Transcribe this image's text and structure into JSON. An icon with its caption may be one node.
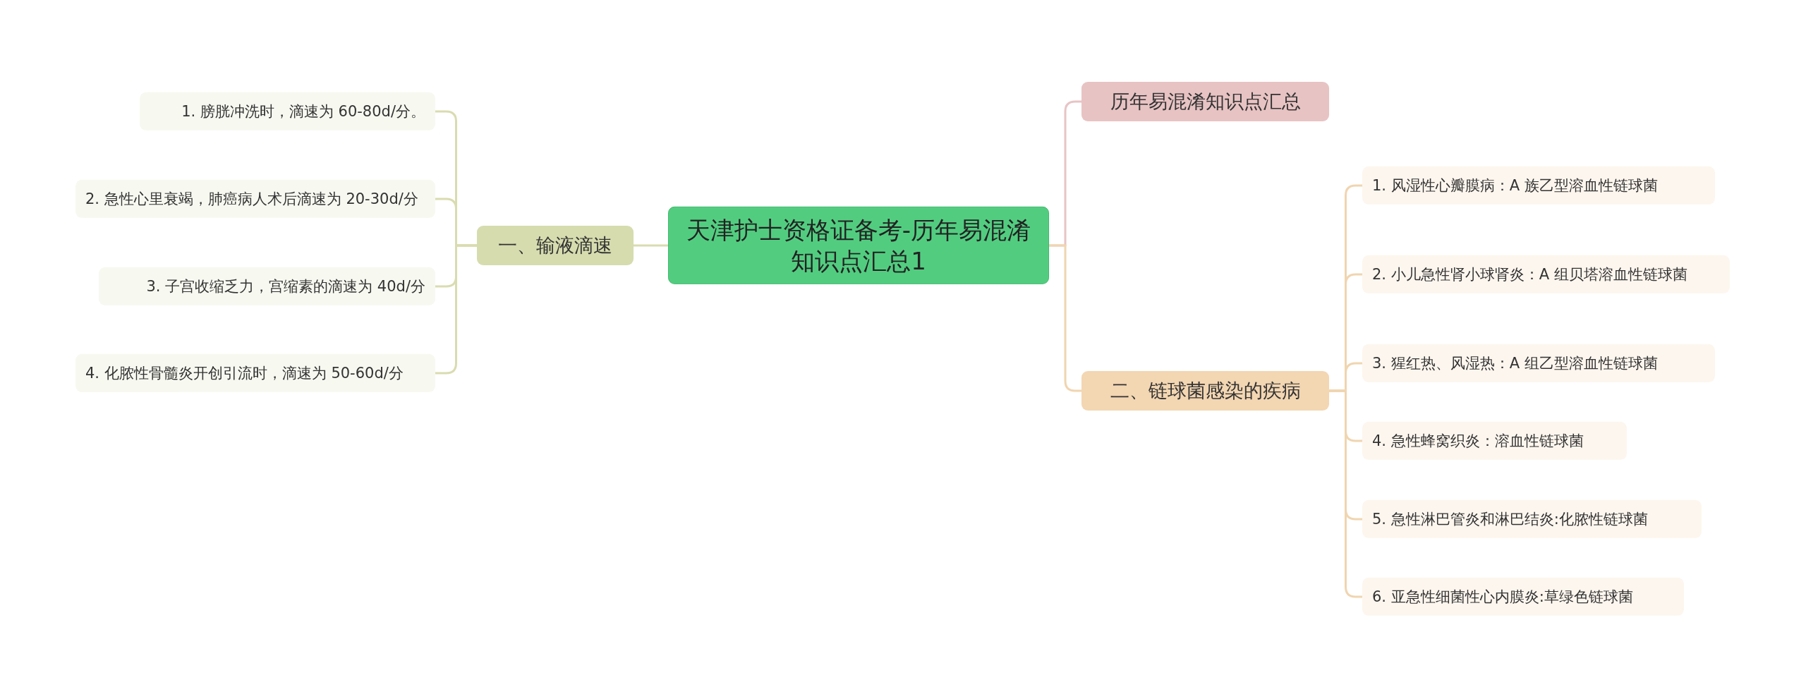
{
  "diagram": {
    "nodes": [
      {
        "text": [
          "天津护士资格证备考-历年易混淆知识点汇总1"
        ]
      },
      {
        "text": [
          "一、输液滴速"
        ]
      },
      {
        "text": [
          "1. 膀胱冲洗时，滴速为 60-80d/分。"
        ]
      },
      {
        "text": [
          "2. 急性心里衰竭，肺癌病人术后滴速为 20-30d/分"
        ]
      },
      {
        "text": [
          "3. 子宫收缩乏力，宫缩素的滴速为 40d/分"
        ]
      },
      {
        "text": [
          "4. 化脓性骨髓炎开创引流时，滴速为 50-60d/分"
        ]
      },
      {
        "text": [
          "历年易混淆知识点汇总"
        ]
      },
      {
        "text": [
          "二、链球菌感染的疾病"
        ]
      },
      {
        "text": [
          "1. 风湿性心瓣膜病：A 族乙型溶血性链球菌"
        ]
      },
      {
        "text": [
          "2. 小儿急性肾小球肾炎：A 组贝塔溶血性链球菌"
        ]
      },
      {
        "text": [
          "3. 猩红热、风湿热：A 组乙型溶血性链球菌"
        ]
      },
      {
        "text": [
          "4. 急性蜂窝织炎：溶血性链球菌"
        ]
      },
      {
        "text": [
          "5. 急性淋巴管炎和淋巴结炎:化脓性链球菌"
        ]
      },
      {
        "text": [
          "6. 亚急性细菌性心内膜炎:草绿色链球菌"
        ]
      }
    ],
    "edges": [
      {
        "from": 0,
        "to": 1,
        "arrow": "none",
        "color": "#d9dcb0"
      },
      {
        "from": 1,
        "to": 2,
        "arrow": "none",
        "color": "#d9dcb0"
      },
      {
        "from": 1,
        "to": 3,
        "arrow": "none",
        "color": "#d9dcb0"
      },
      {
        "from": 1,
        "to": 4,
        "arrow": "none",
        "color": "#d9dcb0"
      },
      {
        "from": 1,
        "to": 5,
        "arrow": "none",
        "color": "#d9dcb0"
      },
      {
        "from": 0,
        "to": 6,
        "arrow": "none",
        "color": "#e8c4c5"
      },
      {
        "from": 0,
        "to": 7,
        "arrow": "none"
      },
      {
        "from": 7,
        "to": 8,
        "arrow": "none"
      },
      {
        "from": 7,
        "to": 9,
        "arrow": "none"
      },
      {
        "from": 7,
        "to": 10,
        "arrow": "none"
      },
      {
        "from": 7,
        "to": 11,
        "arrow": "none"
      },
      {
        "from": 7,
        "to": 12,
        "arrow": "none"
      },
      {
        "from": 7,
        "to": 13,
        "arrow": "none"
      }
    ]
  }
}
